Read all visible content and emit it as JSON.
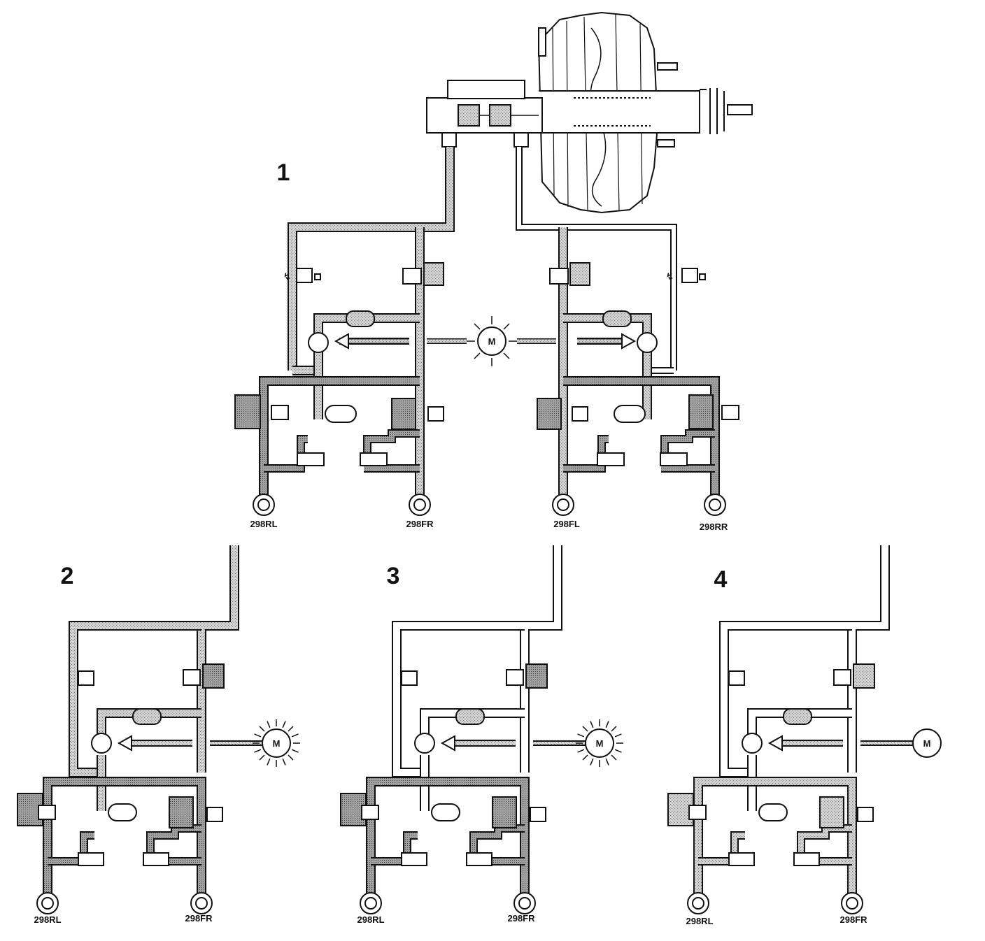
{
  "panels": [
    {
      "number": "1",
      "circuits": [
        {
          "wheels": [
            "298RL",
            "298FR"
          ]
        },
        {
          "wheels": [
            "298FL",
            "298RR"
          ]
        }
      ]
    },
    {
      "number": "2",
      "wheels": [
        "298RL",
        "298FR"
      ]
    },
    {
      "number": "3",
      "wheels": [
        "298RL",
        "298FR"
      ]
    },
    {
      "number": "4",
      "wheels": [
        "298RL",
        "298FR"
      ]
    }
  ],
  "motor_label": "M",
  "colors": {
    "line": "#111111",
    "pipe_fill": "#c8c8c8",
    "pressure_fill": "#9a9a9a"
  },
  "icons": [
    "brake-booster-icon",
    "master-cylinder-icon",
    "pump-motor-icon",
    "pump-icon",
    "accumulator-icon",
    "solenoid-valve-icon",
    "wheel-brake-icon",
    "flow-arrow-icon"
  ]
}
